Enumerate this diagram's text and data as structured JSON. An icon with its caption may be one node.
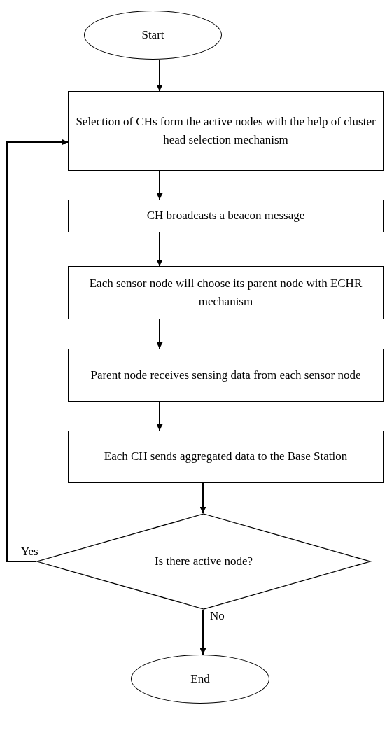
{
  "diagram": {
    "nodes": [
      {
        "text": [
          "Start"
        ]
      },
      {
        "text": [
          "Selection of CHs form the active nodes with the help of cluster head selection mechanism"
        ]
      },
      {
        "text": [
          "CH broadcasts a beacon message"
        ]
      },
      {
        "text": [
          "Each sensor node will choose its parent node with ECHR mechanism"
        ]
      },
      {
        "text": [
          "Parent node receives sensing data from each sensor node"
        ]
      },
      {
        "text": [
          "Each CH sends aggregated data to the Base Station"
        ]
      },
      {
        "text": [
          "Is there active node?"
        ]
      },
      {
        "text": [
          "End"
        ]
      }
    ],
    "edges": [
      {
        "from": 0,
        "to": 1,
        "arrow": "to"
      },
      {
        "from": 1,
        "to": 2,
        "arrow": "to"
      },
      {
        "from": 2,
        "to": 3,
        "arrow": "to"
      },
      {
        "from": 3,
        "to": 4,
        "arrow": "to"
      },
      {
        "from": 4,
        "to": 5,
        "arrow": "to"
      },
      {
        "from": 5,
        "to": 6,
        "arrow": "to"
      },
      {
        "from": 6,
        "to": 1,
        "arrow": "to",
        "label": "Yes"
      },
      {
        "from": 6,
        "to": 7,
        "arrow": "to",
        "label": "No"
      }
    ]
  }
}
